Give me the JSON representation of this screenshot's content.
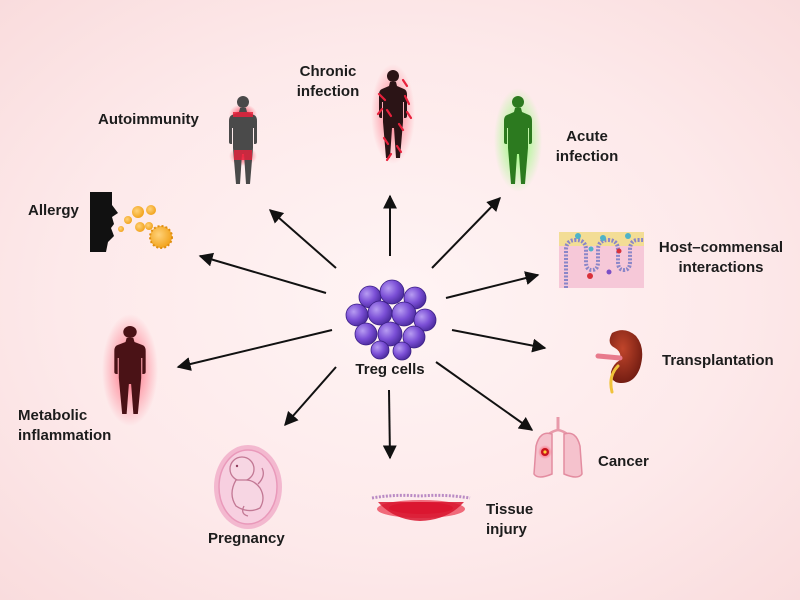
{
  "center": {
    "label": "Treg cells"
  },
  "nodes": {
    "autoimmunity": {
      "label": "Autoimmunity"
    },
    "chronic_infection": {
      "line1": "Chronic",
      "line2": "infection"
    },
    "acute_infection": {
      "line1": "Acute",
      "line2": "infection"
    },
    "allergy": {
      "label": "Allergy"
    },
    "host_commensal": {
      "line1": "Host–commensal",
      "line2": "interactions"
    },
    "transplantation": {
      "label": "Transplantation"
    },
    "metabolic_inflammation": {
      "line1": "Metabolic",
      "line2": "inflammation"
    },
    "cancer": {
      "label": "Cancer"
    },
    "pregnancy": {
      "label": "Pregnancy"
    },
    "tissue_injury": {
      "line1": "Tissue",
      "line2": "injury"
    }
  },
  "colors": {
    "background": "#fde9ea",
    "treg_cell": "#7b4fd6",
    "arrow": "#111111",
    "inflamed": "#e8213c",
    "acute_glow": "#5fe25a"
  }
}
